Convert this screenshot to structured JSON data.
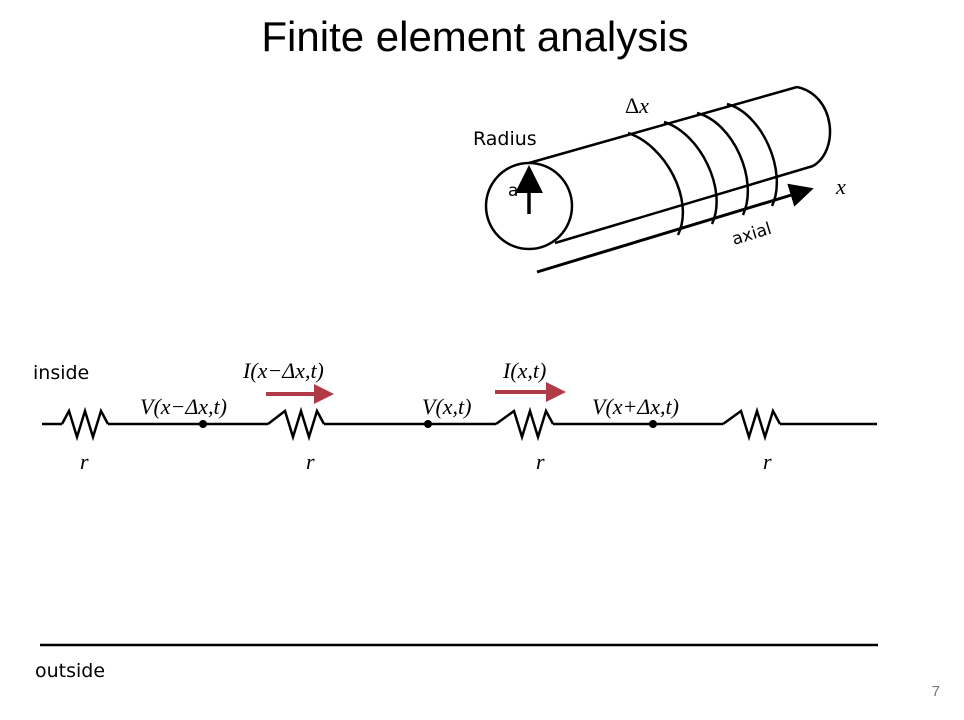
{
  "slide": {
    "title": "Finite element analysis",
    "page_number": "7"
  },
  "cylinder": {
    "radius_label": "Radius",
    "radius_symbol": "a",
    "delta_label_greek": "Δ",
    "delta_label_var": "x",
    "axis_var": "x",
    "axis_label": "axial"
  },
  "circuit": {
    "inside_label": "inside",
    "outside_label": "outside",
    "resistor_label": "r",
    "nodes": [
      {
        "label": "V(x−Δx,t)"
      },
      {
        "label": "V(x,t)"
      },
      {
        "label": "V(x+Δx,t)"
      }
    ],
    "currents": [
      {
        "label": "I(x−Δx,t)"
      },
      {
        "label": "I(x,t)"
      }
    ],
    "current_arrow_color": "#b03a48"
  }
}
